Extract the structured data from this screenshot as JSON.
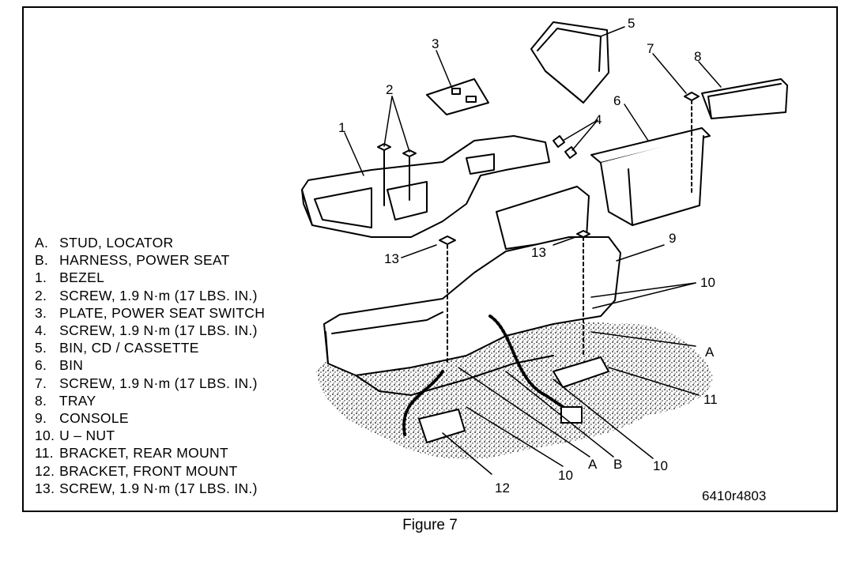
{
  "legend": [
    {
      "key": "A.",
      "text": "STUD, LOCATOR"
    },
    {
      "key": "B.",
      "text": "HARNESS, POWER SEAT"
    },
    {
      "key": "1.",
      "text": "BEZEL"
    },
    {
      "key": "2.",
      "text": "SCREW, 1.9 N·m (17 LBS. IN.)"
    },
    {
      "key": "3.",
      "text": "PLATE, POWER SEAT SWITCH"
    },
    {
      "key": "4.",
      "text": "SCREW, 1.9 N·m (17 LBS. IN.)"
    },
    {
      "key": "5.",
      "text": "BIN, CD / CASSETTE"
    },
    {
      "key": "6.",
      "text": "BIN"
    },
    {
      "key": "7.",
      "text": "SCREW, 1.9 N·m (17 LBS. IN.)"
    },
    {
      "key": "8.",
      "text": "TRAY"
    },
    {
      "key": "9.",
      "text": "CONSOLE"
    },
    {
      "key": "10.",
      "text": "U – NUT"
    },
    {
      "key": "11.",
      "text": "BRACKET, REAR MOUNT"
    },
    {
      "key": "12.",
      "text": "BRACKET, FRONT MOUNT"
    },
    {
      "key": "13.",
      "text": "SCREW, 1.9 N·m (17 LBS. IN.)"
    }
  ],
  "callouts": {
    "c1": "1",
    "c2": "2",
    "c3": "3",
    "c4": "4",
    "c5": "5",
    "c6": "6",
    "c7": "7",
    "c8": "8",
    "c9": "9",
    "c10a": "10",
    "c10b": "10",
    "c10c": "10",
    "c11": "11",
    "c12": "12",
    "c13a": "13",
    "c13b": "13",
    "cA1": "A",
    "cA2": "A",
    "cB": "B"
  },
  "drawing_id": "6410r4803",
  "caption": "Figure 7"
}
